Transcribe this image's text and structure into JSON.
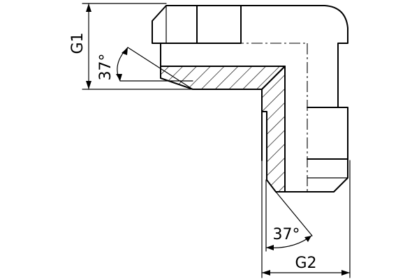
{
  "labels": {
    "g1": "G1",
    "g2": "G2",
    "angle_top": "37°",
    "angle_bottom": "37°"
  },
  "colors": {
    "line": "#000000",
    "background": "#ffffff"
  }
}
